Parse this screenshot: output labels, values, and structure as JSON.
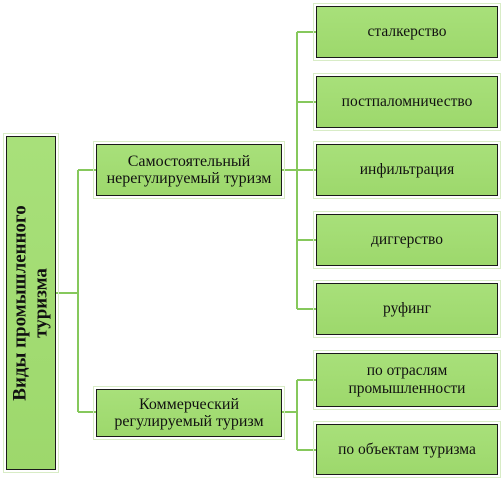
{
  "root": {
    "label_line1": "Виды промышленного",
    "label_line2": "туризма"
  },
  "branches": [
    {
      "label": "Самостоятельный нерегулируемый туризм"
    },
    {
      "label": "Коммерческий регулируемый туризм"
    }
  ],
  "leaves_independent": [
    {
      "label": "сталкерство"
    },
    {
      "label": "постпаломничество"
    },
    {
      "label": "инфильтрация"
    },
    {
      "label": "диггерство"
    },
    {
      "label": "руфинг"
    }
  ],
  "leaves_commercial": [
    {
      "label": "по отраслям промышленности"
    },
    {
      "label": "по объектам туризма"
    }
  ]
}
